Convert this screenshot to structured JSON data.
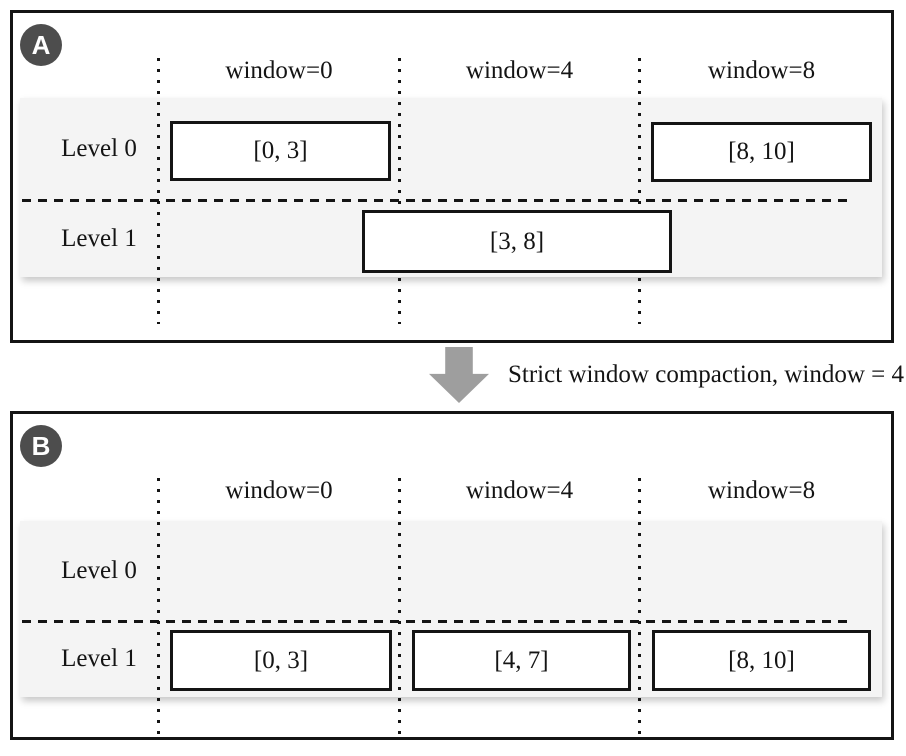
{
  "panel_a": {
    "badge": "A",
    "columns": [
      {
        "label": "window=0"
      },
      {
        "label": "window=4"
      },
      {
        "label": "window=8"
      }
    ],
    "rows": [
      {
        "label": "Level 0"
      },
      {
        "label": "Level 1"
      }
    ],
    "boxes": [
      {
        "range": "[0, 3]",
        "level": "Level 0",
        "window": "window=0"
      },
      {
        "range": "[8, 10]",
        "level": "Level 0",
        "window": "window=8"
      },
      {
        "range": "[3, 8]",
        "level": "Level 1",
        "window": "window=0 to window=8"
      }
    ]
  },
  "transition": {
    "label": "Strict window compaction, window = 4"
  },
  "panel_b": {
    "badge": "B",
    "columns": [
      {
        "label": "window=0"
      },
      {
        "label": "window=4"
      },
      {
        "label": "window=8"
      }
    ],
    "rows": [
      {
        "label": "Level 0"
      },
      {
        "label": "Level 1"
      }
    ],
    "boxes": [
      {
        "range": "[0, 3]",
        "level": "Level 1",
        "window": "window=0"
      },
      {
        "range": "[4, 7]",
        "level": "Level 1",
        "window": "window=4"
      },
      {
        "range": "[8, 10]",
        "level": "Level 1",
        "window": "window=8"
      }
    ]
  },
  "colors": {
    "line": "#141414",
    "row_background": "#f4f4f4",
    "badge_background": "#4d4d4d",
    "arrow": "#9e9e9e"
  }
}
